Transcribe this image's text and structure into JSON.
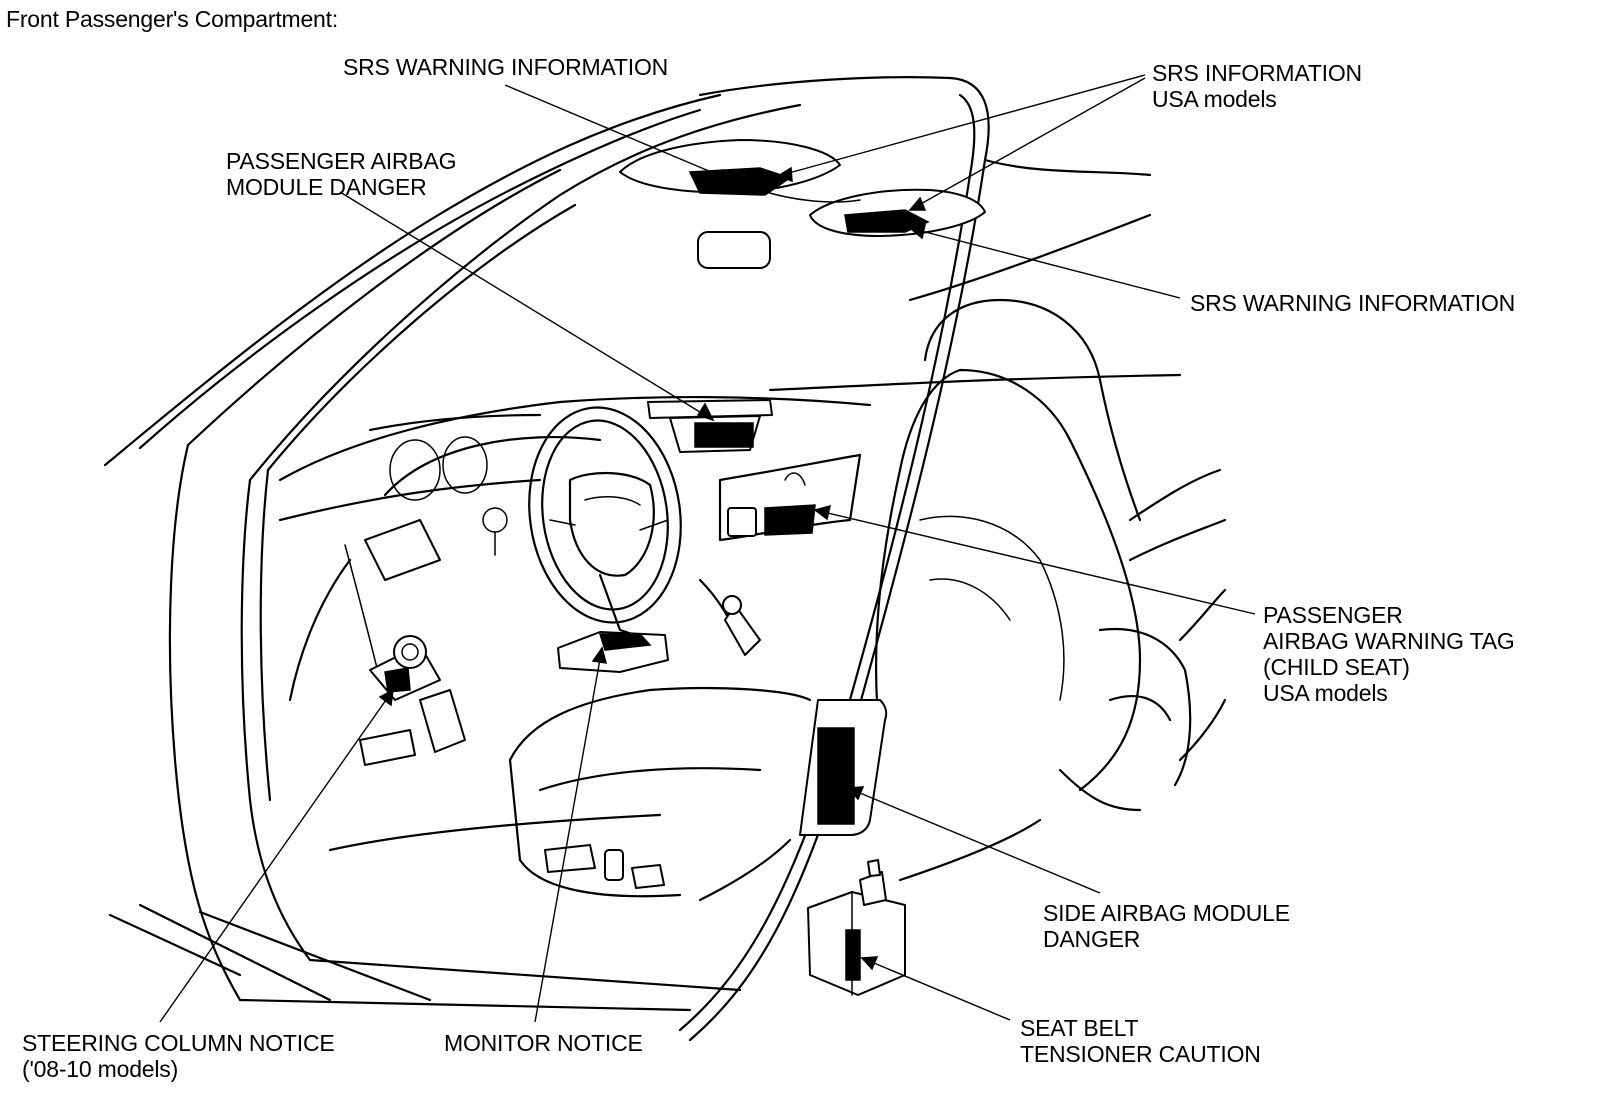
{
  "heading": "Front Passenger's Compartment:",
  "labels": {
    "srs_warning_top": "SRS WARNING INFORMATION",
    "srs_information": [
      "SRS INFORMATION",
      "USA models"
    ],
    "passenger_airbag_danger": [
      "PASSENGER AIRBAG",
      "MODULE DANGER"
    ],
    "srs_warning_right": "SRS WARNING INFORMATION",
    "passenger_airbag_tag": [
      "PASSENGER",
      "AIRBAG WARNING TAG",
      "(CHILD SEAT)",
      "USA models"
    ],
    "side_airbag": [
      "SIDE AIRBAG MODULE",
      "DANGER"
    ],
    "seat_belt": [
      "SEAT BELT",
      "TENSIONER CAUTION"
    ],
    "steering_column": [
      "STEERING COLUMN NOTICE",
      "('08-10 models)"
    ],
    "monitor_notice": "MONITOR NOTICE"
  }
}
